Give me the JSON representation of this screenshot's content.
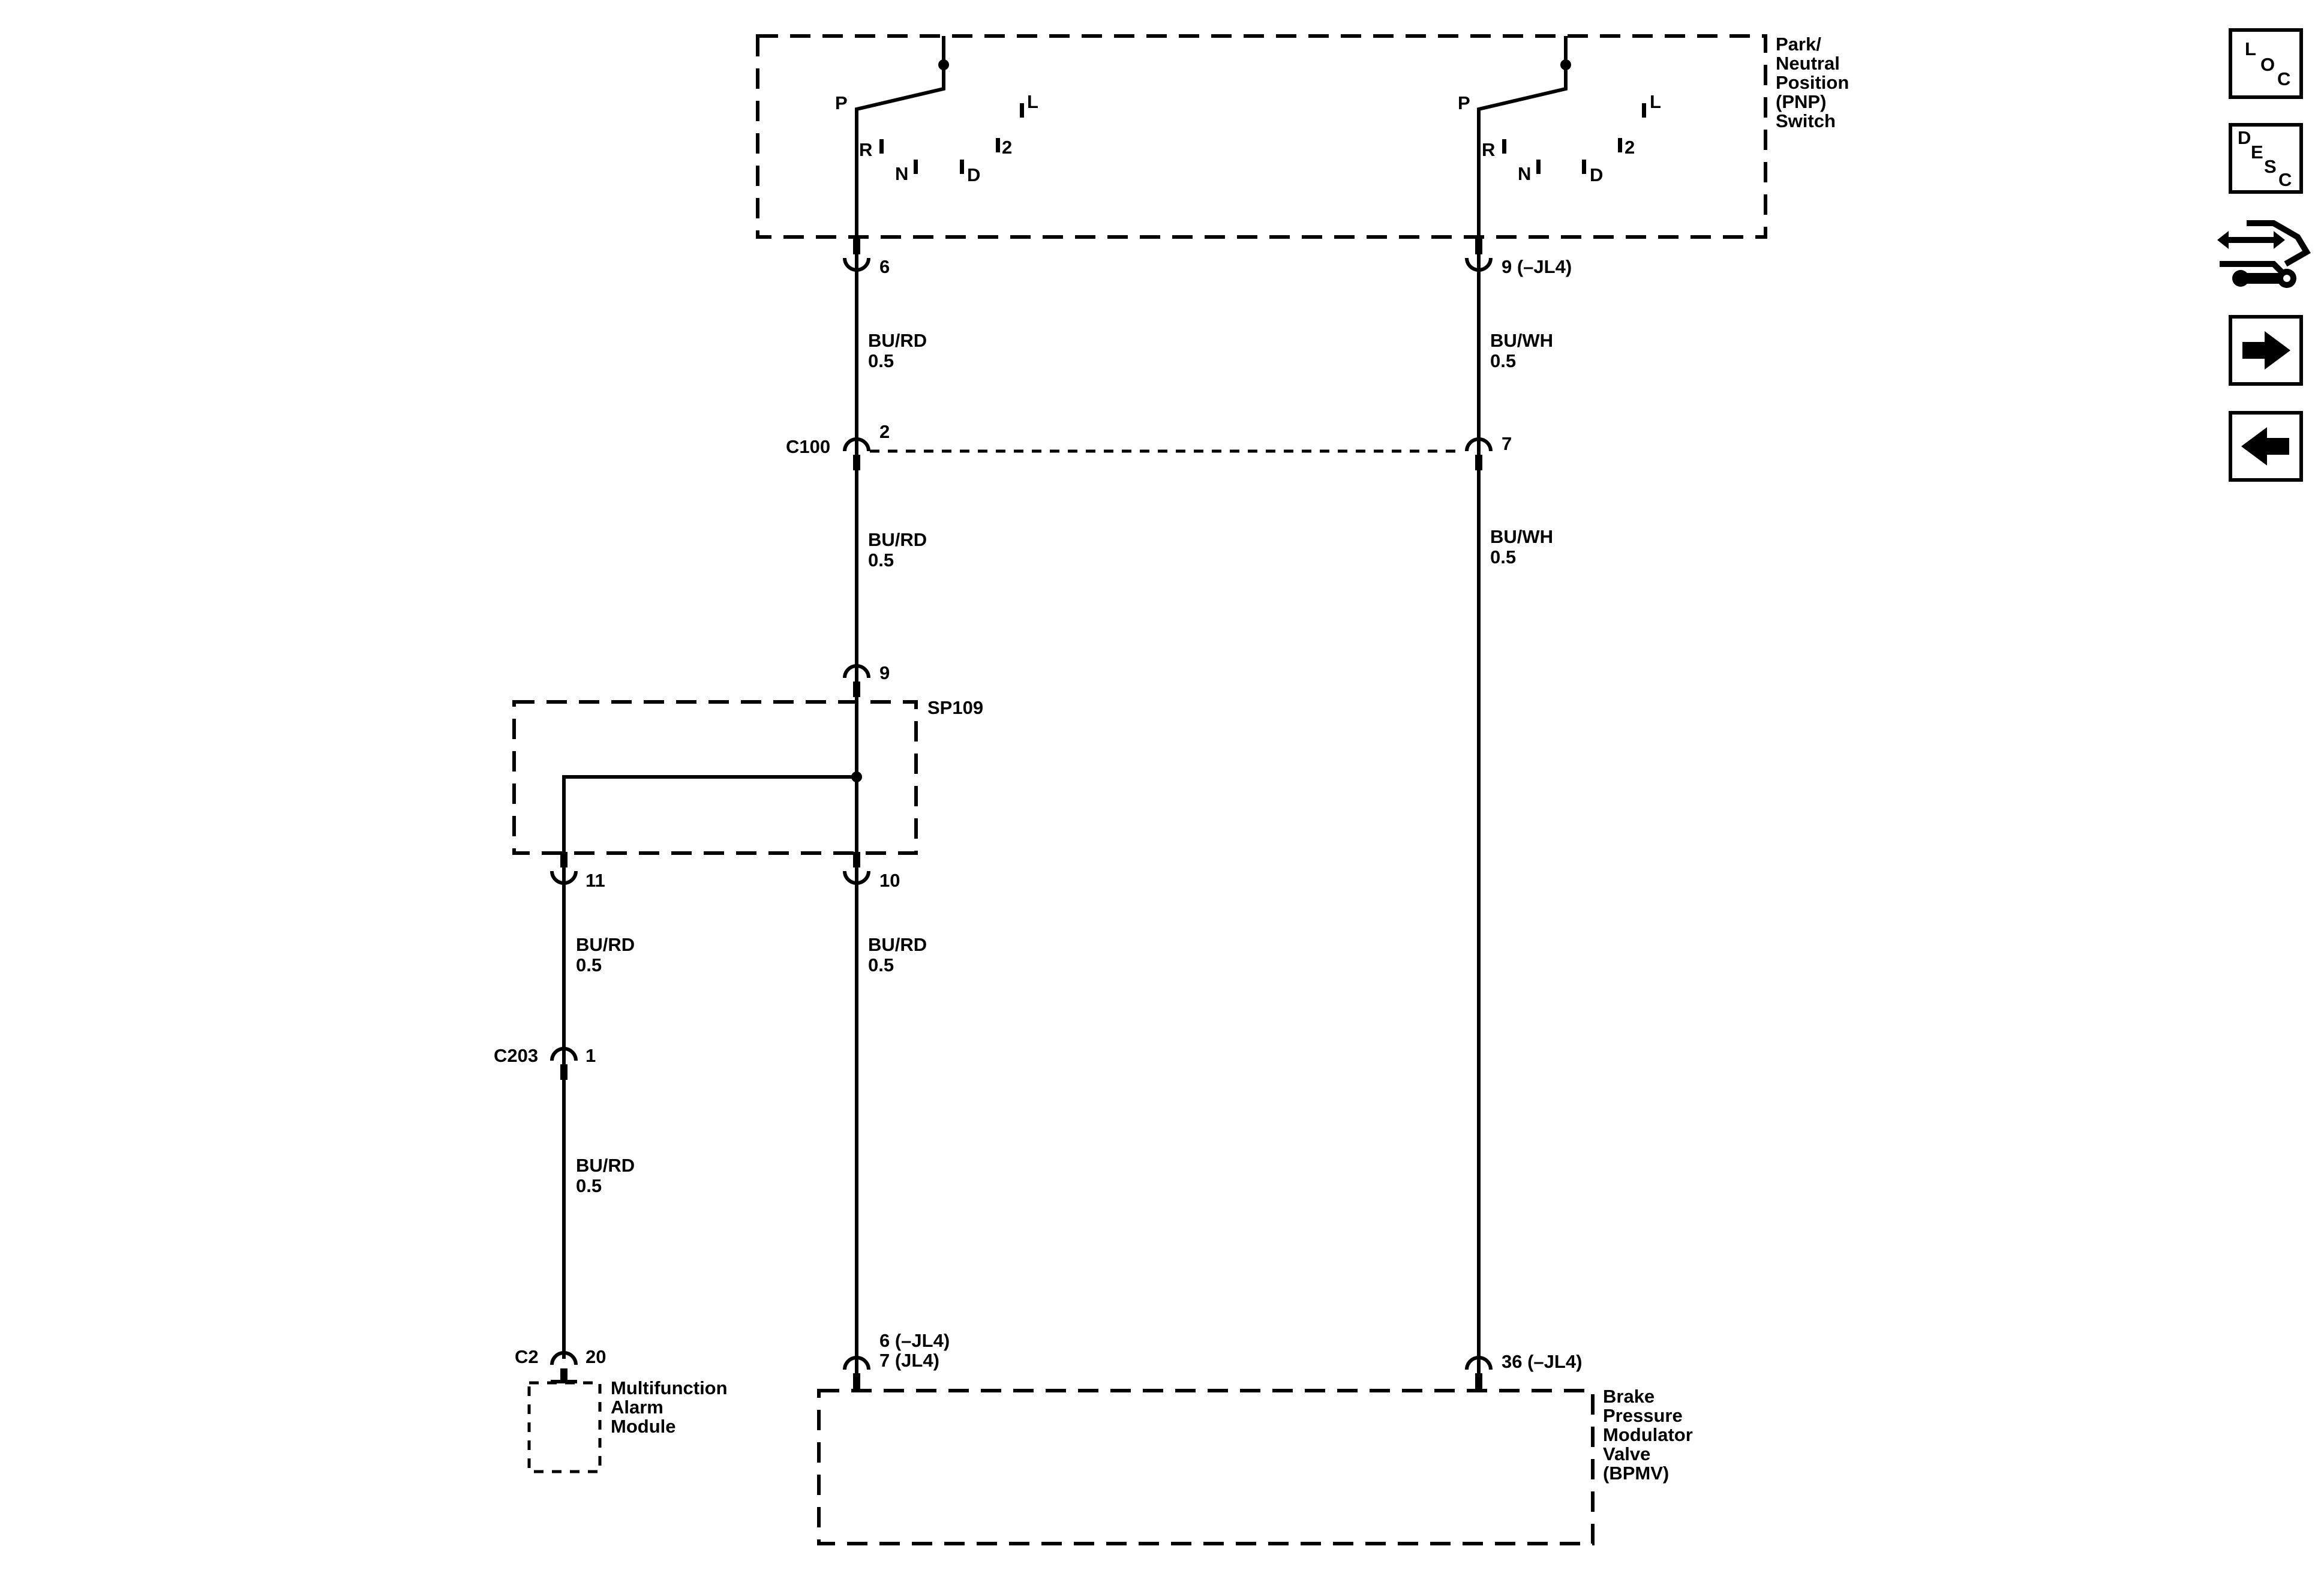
{
  "components": {
    "pnp_switch": {
      "label_lines": [
        "Park/",
        "Neutral",
        "Position",
        "(PNP)",
        "Switch"
      ]
    },
    "sp109": {
      "label": "SP109"
    },
    "multifunction_alarm_module": {
      "label_lines": [
        "Multifunction",
        "Alarm",
        "Module"
      ]
    },
    "bpmv": {
      "label_lines": [
        "Brake",
        "Pressure",
        "Modulator",
        "Valve",
        "(BPMV)"
      ]
    }
  },
  "switch_positions": {
    "P": "P",
    "R": "R",
    "N": "N",
    "D": "D",
    "two": "2",
    "L": "L"
  },
  "connectors": {
    "pnp_left_pin": "6",
    "pnp_right_pin": "9 (–JL4)",
    "c100_name": "C100",
    "c100_left_pin": "2",
    "c100_right_pin": "7",
    "sp109_in_pin": "9",
    "sp109_out_left_pin": "11",
    "sp109_out_right_pin": "10",
    "c203_name": "C203",
    "c203_pin": "1",
    "c2_name": "C2",
    "c2_pin": "20",
    "bpmv_left_pin_a": "6 (–JL4)",
    "bpmv_left_pin_b": "7 (JL4)",
    "bpmv_right_pin": "36 (–JL4)"
  },
  "wires": {
    "w1": {
      "color": "BU/RD",
      "gauge": "0.5"
    },
    "w2": {
      "color": "BU/WH",
      "gauge": "0.5"
    },
    "w3": {
      "color": "BU/RD",
      "gauge": "0.5"
    },
    "w4": {
      "color": "BU/WH",
      "gauge": "0.5"
    },
    "w5": {
      "color": "BU/RD",
      "gauge": "0.5"
    },
    "w6": {
      "color": "BU/RD",
      "gauge": "0.5"
    },
    "w7": {
      "color": "BU/RD",
      "gauge": "0.5"
    }
  },
  "nav": {
    "loc": {
      "l": "L",
      "o": "O",
      "c": "C"
    },
    "desc": {
      "d": "D",
      "e": "E",
      "s": "S",
      "c": "C"
    },
    "icons": [
      "loc-icon",
      "desc-icon",
      "schematic-tools-icon",
      "next-arrow-icon",
      "previous-arrow-icon"
    ]
  }
}
